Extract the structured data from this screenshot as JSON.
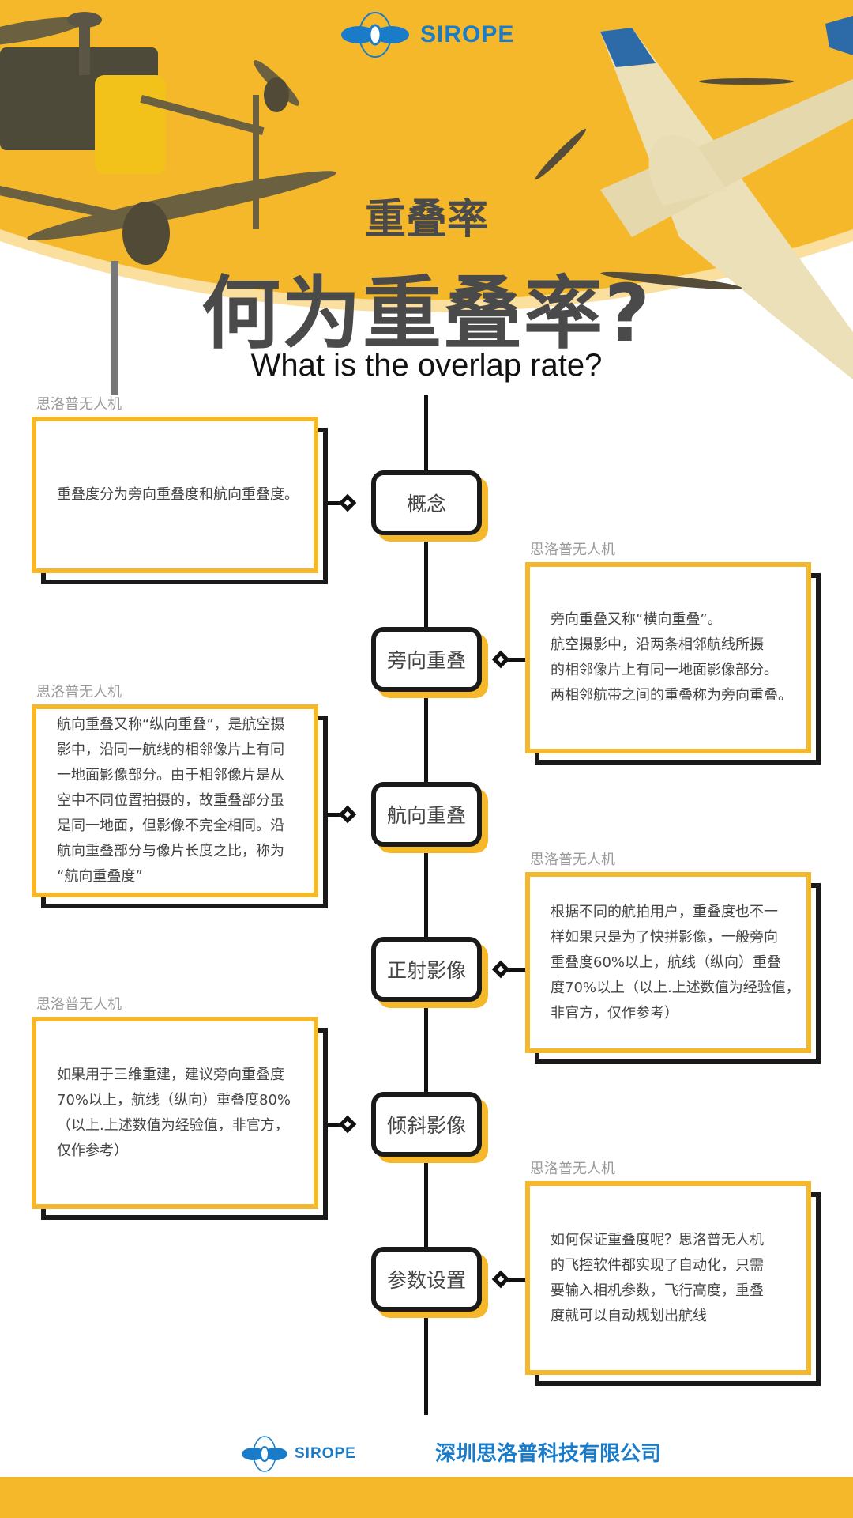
{
  "brand": {
    "logo_text": "SIROPE",
    "accent": "#f5b82a",
    "blue": "#1a7cc9"
  },
  "header": {
    "subtitle": "重叠率",
    "title": "何为重叠率?",
    "english": "What is the overlap rate?"
  },
  "timeline": [
    {
      "node": "概念",
      "side": "left",
      "label": "思洛普无人机",
      "text": "重叠度分为旁向重叠度和航向重叠度。"
    },
    {
      "node": "旁向重叠",
      "side": "right",
      "label": "思洛普无人机",
      "text": "旁向重叠又称“横向重叠”。\n航空摄影中，沿两条相邻航线所摄\n的相邻像片上有同一地面影像部分。\n两相邻航带之间的重叠称为旁向重叠。"
    },
    {
      "node": "航向重叠",
      "side": "left",
      "label": "思洛普无人机",
      "text": "航向重叠又称“纵向重叠”，是航空摄\n影中，沿同一航线的相邻像片上有同\n一地面影像部分。由于相邻像片是从\n空中不同位置拍摄的，故重叠部分虽\n是同一地面，但影像不完全相同。沿\n航向重叠部分与像片长度之比，称为\n“航向重叠度”"
    },
    {
      "node": "正射影像",
      "side": "right",
      "label": "思洛普无人机",
      "text": "根据不同的航拍用户，重叠度也不一\n样如果只是为了快拼影像，一般旁向\n重叠度60%以上，航线（纵向）重叠\n度70%以上（以上.上述数值为经验值，\n非官方，仅作参考）"
    },
    {
      "node": "倾斜影像",
      "side": "left",
      "label": "思洛普无人机",
      "text": "如果用于三维重建，建议旁向重叠度\n70%以上，航线（纵向）重叠度80%\n（以上.上述数值为经验值，非官方，\n仅作参考）"
    },
    {
      "node": "参数设置",
      "side": "right",
      "label": "思洛普无人机",
      "text": "如何保证重叠度呢？思洛普无人机\n的飞控软件都实现了自动化，只需\n要输入相机参数，飞行高度，重叠\n度就可以自动规划出航线"
    }
  ],
  "footer": {
    "logo_text": "SIROPE",
    "company": "深圳思洛普科技有限公司"
  }
}
